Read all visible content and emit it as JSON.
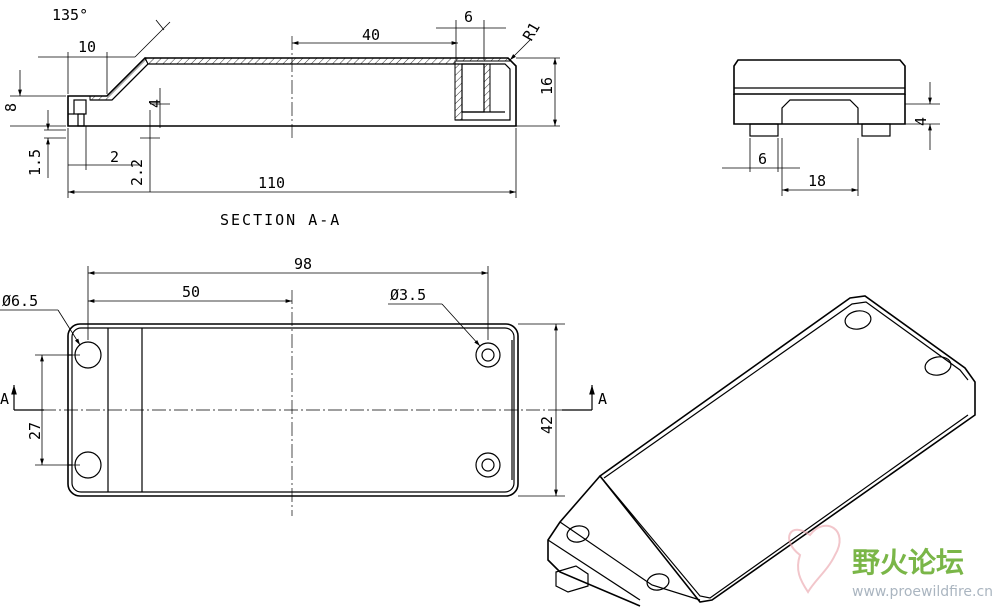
{
  "section_view": {
    "title": "SECTION  A-A",
    "dims": {
      "angle": "135°",
      "d10": "10",
      "d6": "6",
      "d40": "40",
      "r1": "R1",
      "d16": "16",
      "d8": "8",
      "d4": "4",
      "d1_5": "1.5",
      "d2": "2",
      "d2_2": "2.2",
      "d110": "110"
    }
  },
  "end_view": {
    "dims": {
      "d4": "4",
      "d6": "6",
      "d18": "18"
    }
  },
  "top_view": {
    "dims": {
      "d98": "98",
      "d50": "50",
      "hole_large": "Ø6.5",
      "hole_small": "Ø3.5",
      "d27": "27",
      "d42": "42",
      "section_mark_left": "A",
      "section_mark_right": "A"
    }
  },
  "iso_view": {
    "label": ""
  },
  "watermark": {
    "brand": "野火论坛",
    "url": "www.proewildfire.cn",
    "accent": "#7ab648"
  }
}
